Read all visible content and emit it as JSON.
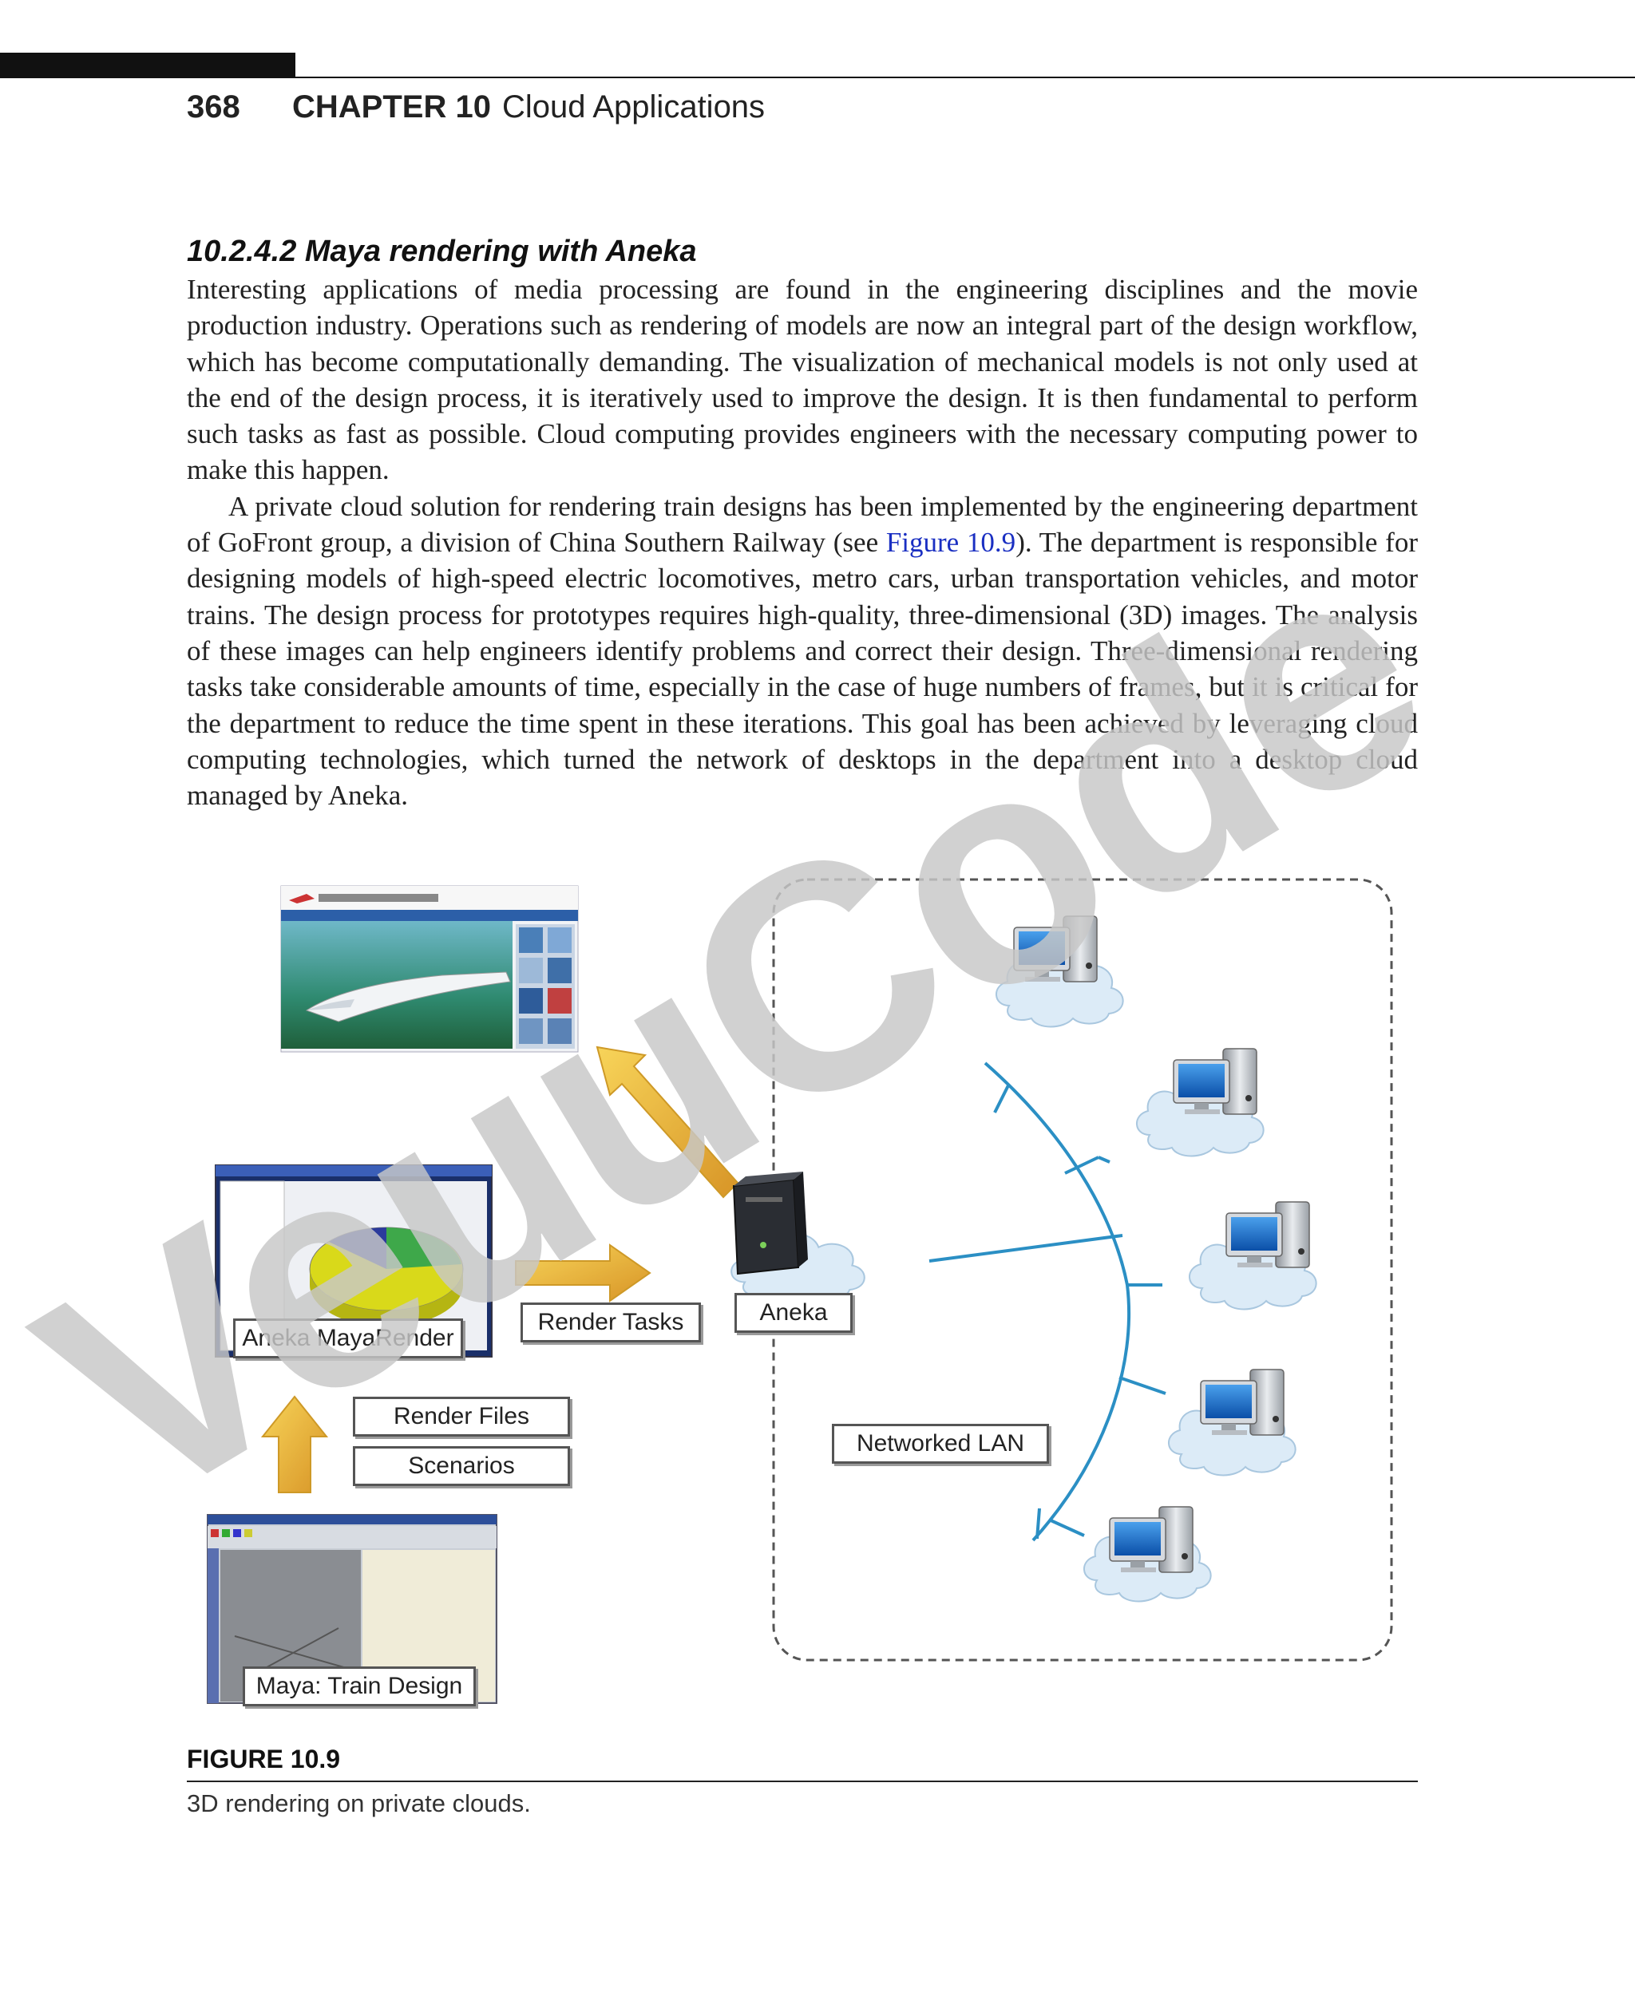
{
  "header": {
    "page_number": "368",
    "chapter": "CHAPTER 10",
    "chapter_title": "Cloud Applications"
  },
  "section": {
    "title": "10.2.4.2 Maya rendering with Aneka"
  },
  "body": {
    "p1": "Interesting applications of media processing are found in the engineering disciplines and the movie production industry. Operations such as rendering of models are now an integral part of the design workflow, which has become computationally demanding. The visualization of mechanical models is not only used at the end of the design process, it is iteratively used to improve the design. It is then fundamental to perform such tasks as fast as possible. Cloud computing provides engineers with the necessary computing power to make this happen.",
    "p2_before": "A private cloud solution for rendering train designs has been implemented by the engineering department of GoFront group, a division of China Southern Railway (see ",
    "p2_link": "Figure 10.9",
    "p2_after": "). The department is responsible for designing models of high-speed electric locomotives, metro cars, urban transportation vehicles, and motor trains. The design process for prototypes requires high-quality, three-dimensional (3D) images. The analysis of these images can help engineers identify problems and correct their design. Three-dimensional rendering tasks take considerable amounts of time, especially in the case of huge numbers of frames, but it is critical for the department to reduce the time spent in these iterations. This goal has been achieved by leveraging cloud computing technologies, which turned the network of desktops in the department into a desktop cloud managed by Aneka."
  },
  "figure": {
    "labels": {
      "aneka_mayarender": "Aneka MayaRender",
      "render_tasks": "Render Tasks",
      "aneka": "Aneka",
      "render_files": "Render Files",
      "scenarios": "Scenarios",
      "networked_lan": "Networked LAN",
      "maya_train_design": "Maya: Train Design"
    },
    "caption_title": "FIGURE 10.9",
    "caption_text": "3D rendering on private clouds."
  },
  "watermark": {
    "text": "VeuuCode"
  },
  "colors": {
    "link": "#1a2fc2",
    "network_line": "#2b8fc4",
    "arrow": "#e8a81a",
    "watermark": "#c8c8c8"
  }
}
